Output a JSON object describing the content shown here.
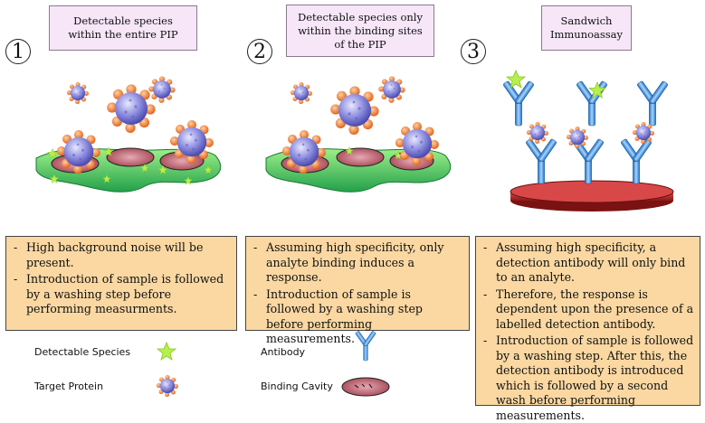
{
  "panels": [
    {
      "number": "1",
      "title_lines": [
        "Detectable species",
        "within the entire PIP"
      ]
    },
    {
      "number": "2",
      "title_lines": [
        "Detectable species only",
        "within the binding sites",
        "of the PIP"
      ]
    },
    {
      "number": "3",
      "title_lines": [
        "Sandwich",
        "Immunoassay"
      ]
    }
  ],
  "notes": [
    {
      "items": [
        "High background noise will be present.",
        "Introduction of sample is followed by a washing step before performing measurments."
      ]
    },
    {
      "items": [
        "Assuming high specificity, only analyte binding induces a response.",
        "Introduction of sample is followed by a washing step before performing measurements."
      ]
    },
    {
      "items": [
        "Assuming high specificity, a detection antibody will only bind to an analyte.",
        "Therefore, the response is dependent upon the presence of a labelled detection antibody.",
        "Introduction of sample is followed by a washing step. After this, the detection antibody is introduced which is followed by a second wash before performing measurements."
      ]
    }
  ],
  "legend": {
    "detectable_species": "Detectable Species",
    "target_protein": "Target Protein",
    "antibody": "Antibody",
    "binding_cavity": "Binding Cavity"
  },
  "colors": {
    "title_bg": "#f6e6f8",
    "note_bg": "#fbd8a2",
    "protein": "#8f8fe0",
    "protein_spike": "#f07a2a",
    "species": "#b6f04a",
    "polymer": "#4fd06a",
    "cavity": "#c56a78",
    "antibody": "#3b8fd8",
    "plate": "#c23a3a"
  }
}
